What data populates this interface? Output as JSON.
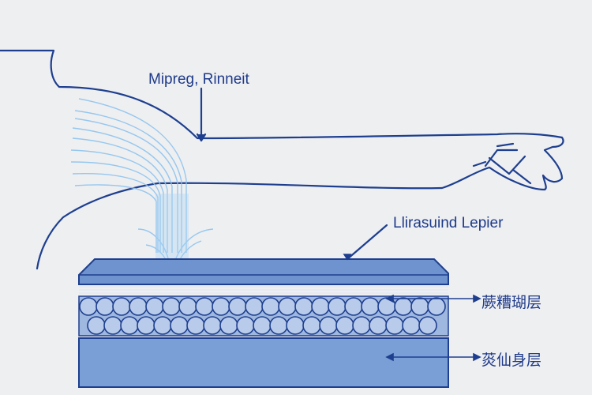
{
  "labels": {
    "top": "Mipreg, Rinneit",
    "ultrasound_layer": "Llirasuind Lepier",
    "layer_middle": "蕨糟瑚层",
    "layer_bottom": "菼仙身层"
  },
  "colors": {
    "line": "#1e3f8f",
    "fill_top": "#6f93cf",
    "fill_bottom": "#7a9fd6",
    "water": "#8ec3ee",
    "bg": "#eeeff1"
  }
}
